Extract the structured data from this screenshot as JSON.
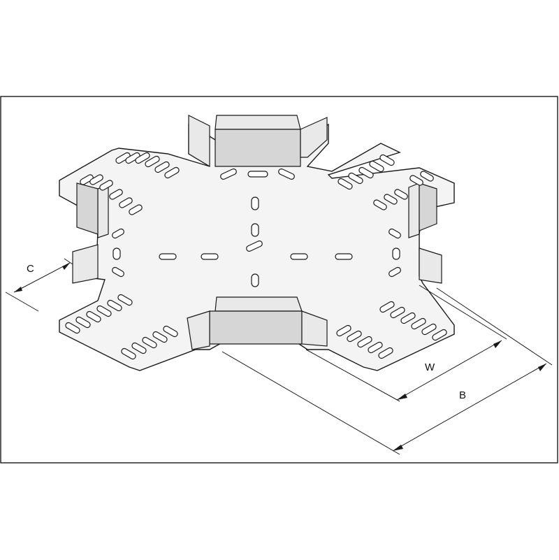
{
  "diagram": {
    "title": "",
    "dimensions": {
      "c_label": "C",
      "w_label": "W",
      "b_label": "B"
    },
    "colors": {
      "line": "#1a1a1a",
      "plate": "#f4f4f4",
      "background": "#ffffff"
    }
  }
}
